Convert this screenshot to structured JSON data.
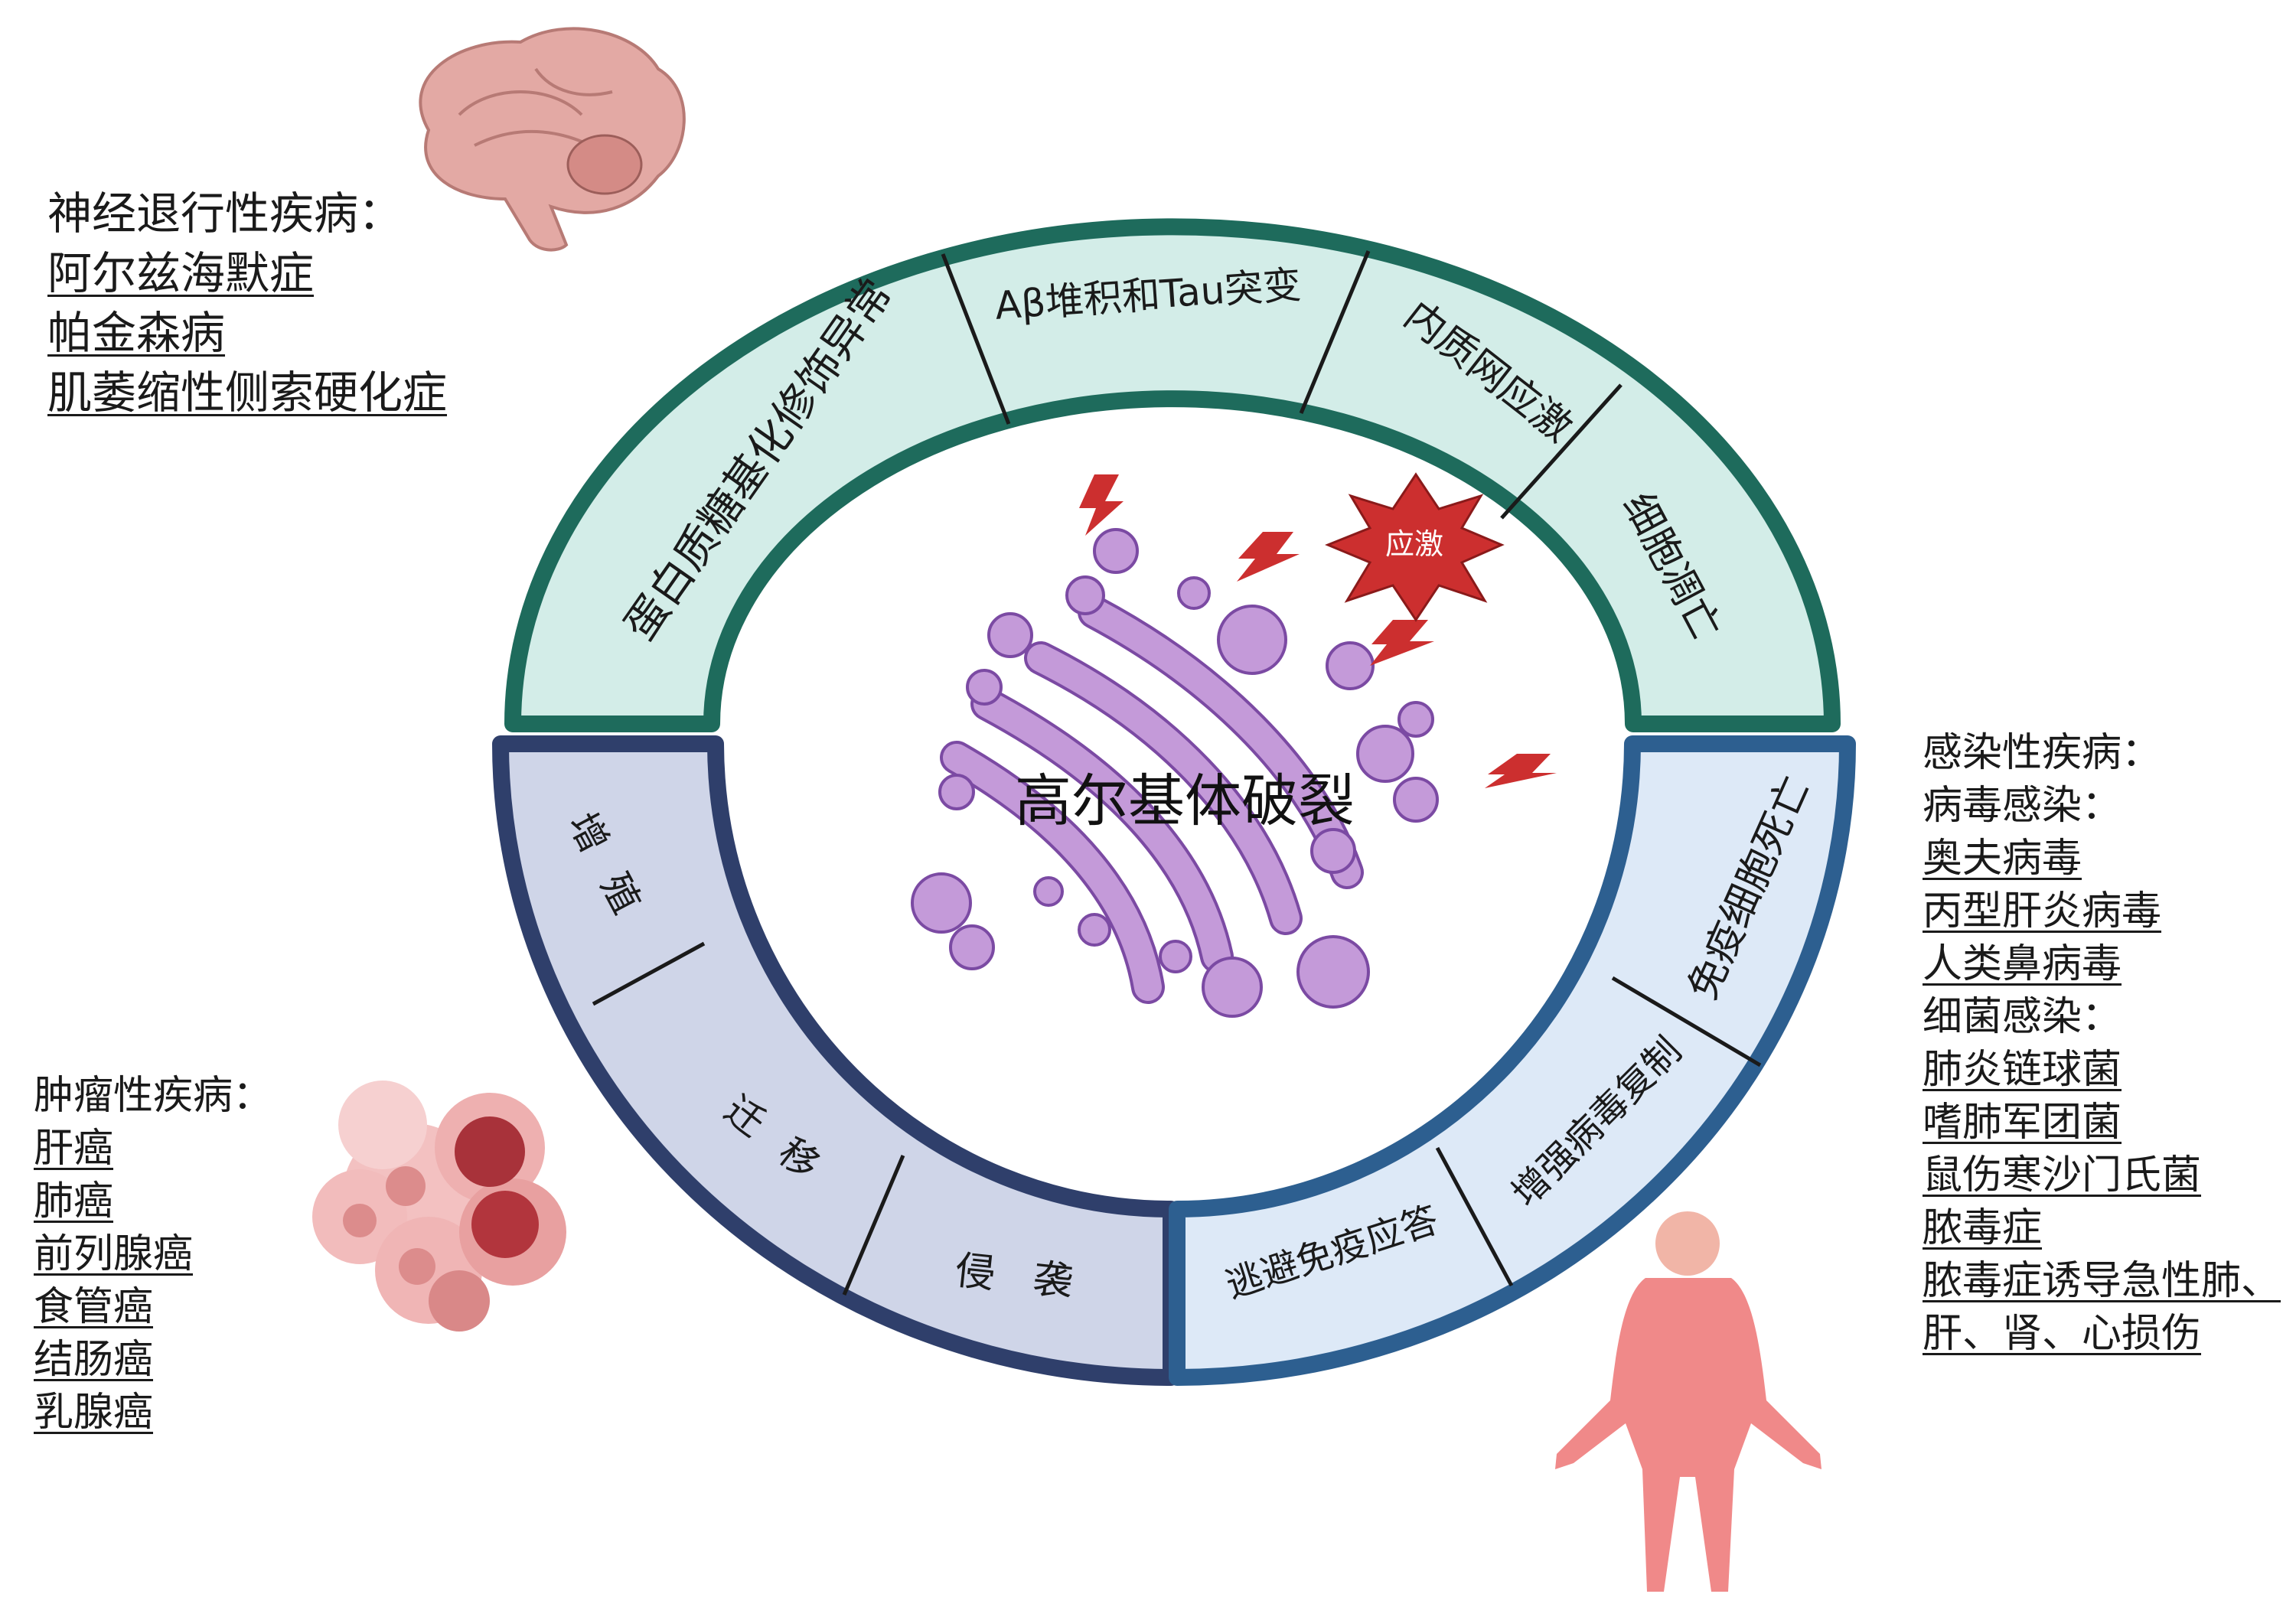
{
  "center_title": "高尔基体破裂",
  "stress_label": "应激",
  "ring_segments": {
    "top": [
      "蛋白质糖基化修饰异常",
      "Aβ堆积和Tau突变",
      "内质网应激",
      "细胞凋亡"
    ],
    "left": [
      "增殖",
      "迁移",
      "侵袭"
    ],
    "right": [
      "免疫细胞死亡",
      "增强病毒复制",
      "逃避免疫应答"
    ]
  },
  "neuro_panel": {
    "heading": "神经退行性疾病：",
    "items": [
      "阿尔兹海默症",
      "帕金森病",
      "肌萎缩性侧索硬化症"
    ]
  },
  "tumor_panel": {
    "heading": "肿瘤性疾病：",
    "items": [
      "肝癌",
      "肺癌",
      "前列腺癌",
      "食管癌",
      "结肠癌",
      "乳腺癌"
    ]
  },
  "infection_panel": {
    "heading": "感染性疾病：",
    "virus_heading": "病毒感染：",
    "virus_items": [
      "奥夫病毒",
      "丙型肝炎病毒",
      "人类鼻病毒"
    ],
    "bacteria_heading": "细菌感染：",
    "bacteria_items": [
      "肺炎链球菌",
      "嗜肺军团菌",
      "鼠伤寒沙门氏菌",
      "脓毒症",
      "脓毒症诱导急性肺、",
      "肝、肾、心损伤"
    ]
  },
  "colors": {
    "top_ring": "#1e6b5c",
    "top_fill": "#d3ede8",
    "left_ring": "#2f3f6b",
    "left_fill": "#cfd5e8",
    "right_ring": "#2d5f90",
    "right_fill": "#dde9f7",
    "golgi": "#c49ad9",
    "golgi_outline": "#7b4aa3",
    "stress": "#cc2f2f"
  }
}
